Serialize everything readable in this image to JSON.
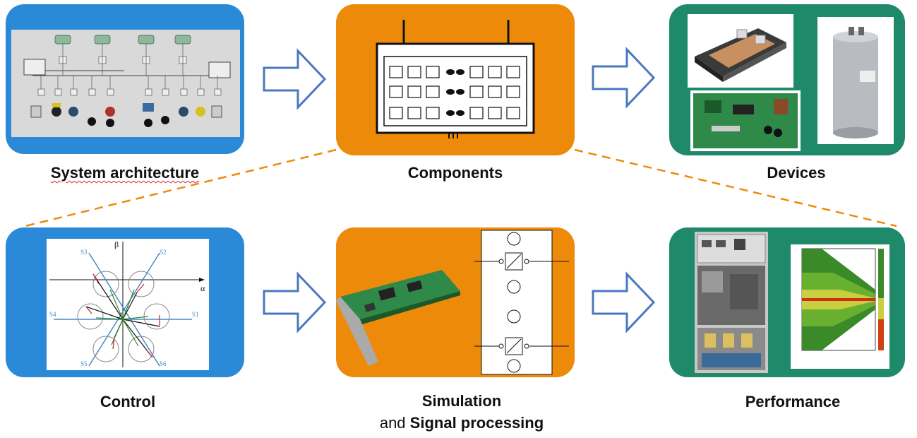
{
  "captions": {
    "system_architecture": "System architecture",
    "components": "Components",
    "devices": "Devices",
    "control": "Control",
    "simulation_line1": "Simulation",
    "simulation_and": "and",
    "simulation_signal": "Signal processing",
    "performance": "Performance"
  },
  "control_diagram": {
    "beta": "β",
    "alpha": "α",
    "s1": "S1",
    "s2": "S2",
    "s3": "S3",
    "s4": "S4",
    "s5": "S5",
    "s6": "S6"
  },
  "colors": {
    "blue_panel": "#2a8ad8",
    "orange_panel": "#ee8a0a",
    "green_panel": "#1e8a6a",
    "dashed_line": "#ee8a0a",
    "arrow_stroke": "#4a78c0"
  }
}
